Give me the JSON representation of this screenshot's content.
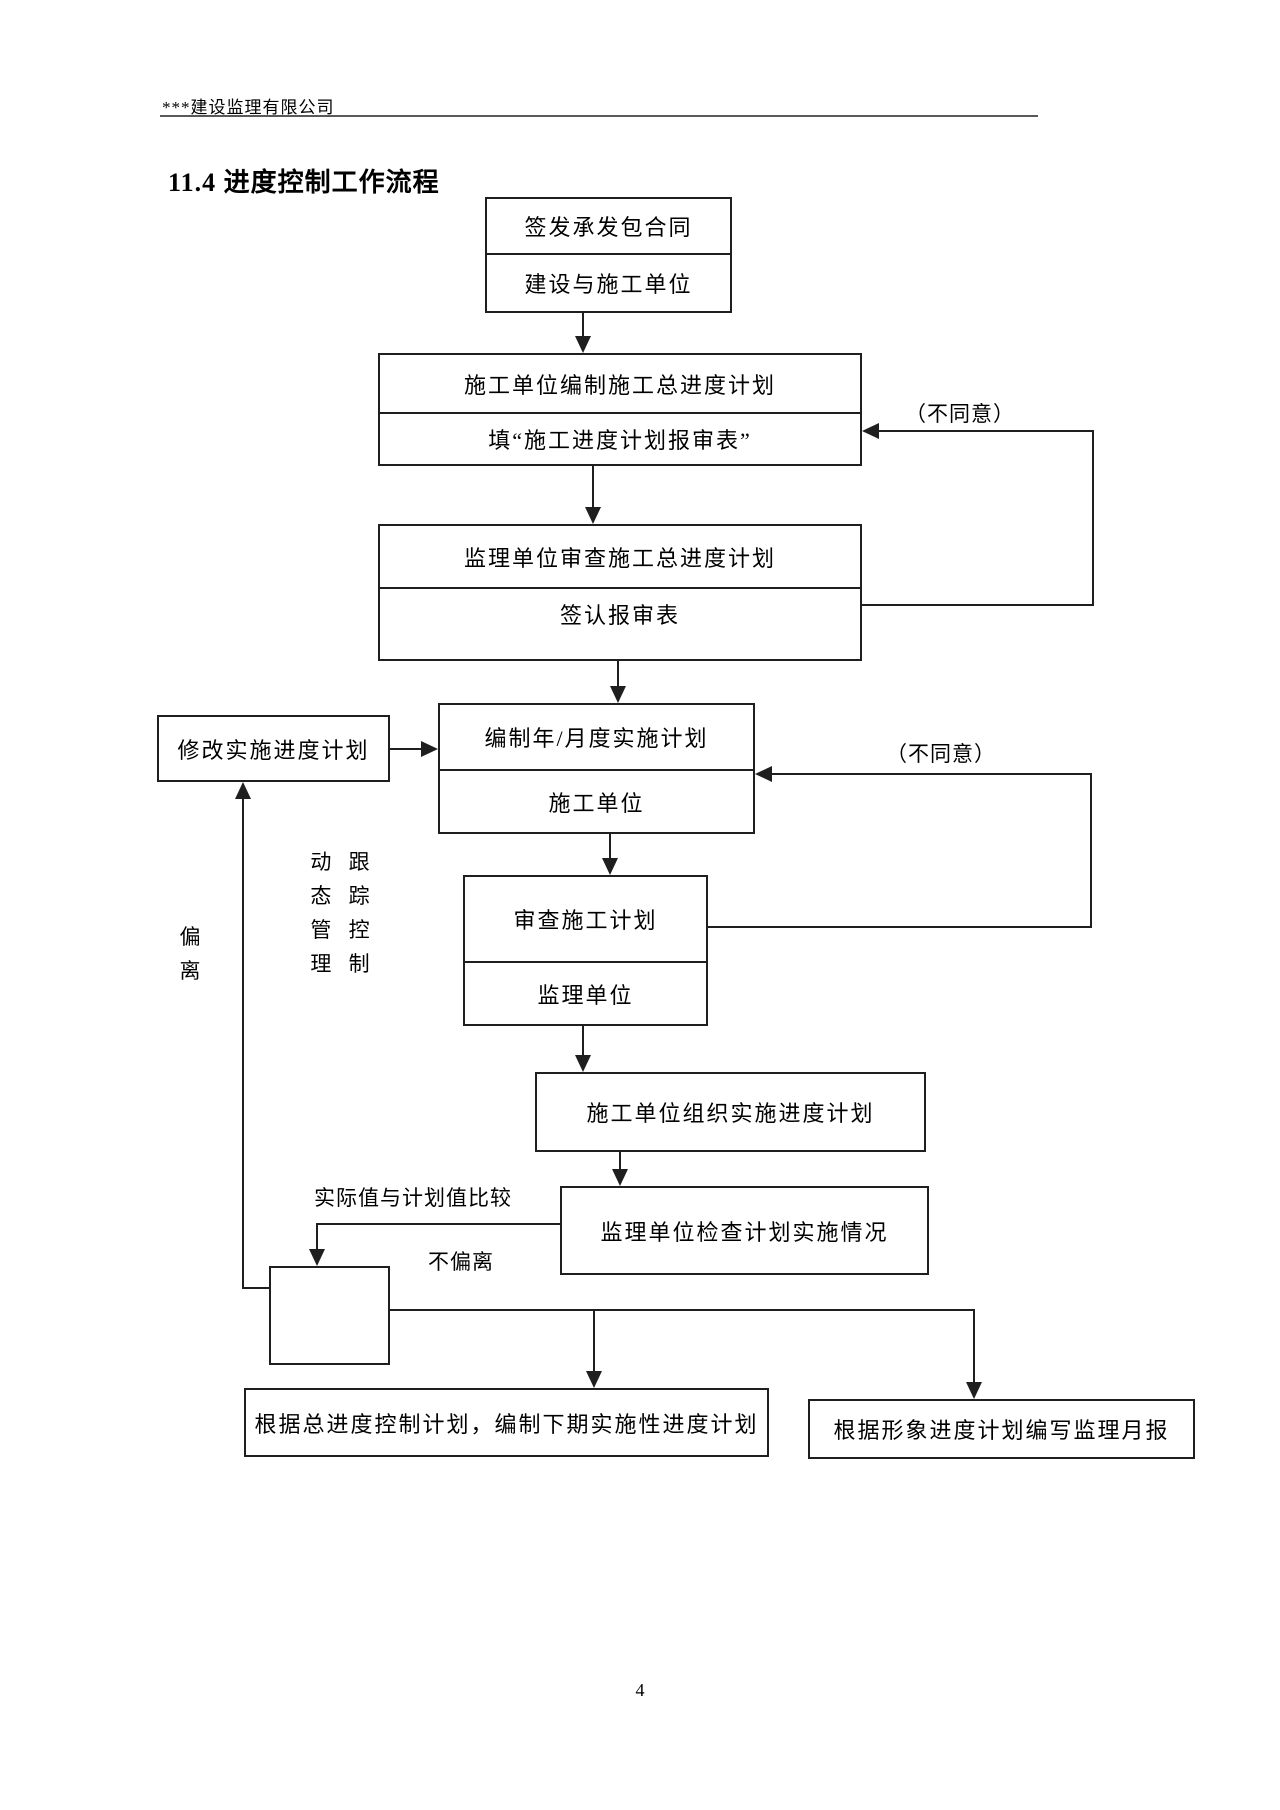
{
  "page": {
    "header": "***建设监理有限公司",
    "title": "11.4 进度控制工作流程",
    "page_number": "4"
  },
  "flowchart": {
    "box1": {
      "line1": "签发承发包合同",
      "line2": "建设与施工单位"
    },
    "box2": {
      "line1": "施工单位编制施工总进度计划",
      "line2": "填“施工进度计划报审表”"
    },
    "box3": {
      "line1": "监理单位审查施工总进度计划",
      "line2": "签认报审表"
    },
    "box4": {
      "line1": "编制年/月度实施计划",
      "line2": "施工单位"
    },
    "modify_box": {
      "label": "修改实施进度计划"
    },
    "box5": {
      "line1": "审查施工计划",
      "line2": "监理单位"
    },
    "box6": {
      "label": "施工单位组织实施进度计划"
    },
    "box7": {
      "label": "监理单位检查计划实施情况"
    },
    "box8": {
      "label": "根据总进度控制计划，编制下期实施性进度计划"
    },
    "box9": {
      "label": "根据形象进度计划编写监理月报"
    },
    "labels": {
      "disagree1": "（不同意）",
      "disagree2": "（不同意）",
      "dynamic_track_rows": [
        "动 跟",
        "态 踪",
        "管 控",
        "理 制"
      ],
      "deviation": [
        "偏",
        "离"
      ],
      "no_deviation": "不偏离",
      "compare": "实际值与计划值比较"
    }
  },
  "colors": {
    "line": "#1f1f1f",
    "rule": "#595959",
    "text": "#000000",
    "background": "#ffffff"
  }
}
